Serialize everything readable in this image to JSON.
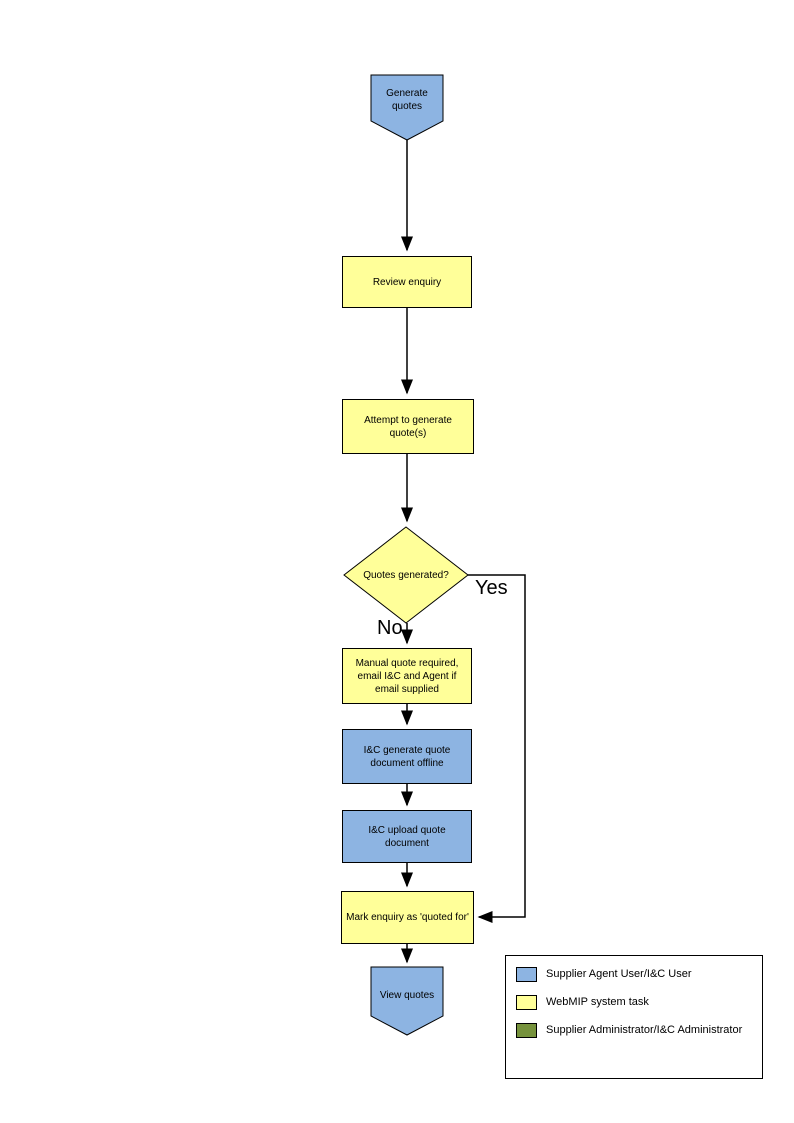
{
  "flowchart": {
    "start": {
      "label": "Generate quotes"
    },
    "review": {
      "label": "Review enquiry"
    },
    "attempt": {
      "label": "Attempt to generate quote(s)"
    },
    "decision": {
      "label": "Quotes generated?",
      "yes_label": "Yes",
      "no_label": "No"
    },
    "manual": {
      "label": "Manual quote required, email I&C and Agent if email supplied"
    },
    "offline": {
      "label": "I&C generate quote document offline"
    },
    "upload": {
      "label": "I&C upload quote document"
    },
    "mark": {
      "label": "Mark enquiry as 'quoted for'"
    },
    "end": {
      "label": "View quotes"
    }
  },
  "legend": {
    "items": [
      {
        "label": "Supplier Agent User/I&C User",
        "color": "#8DB4E2"
      },
      {
        "label": "WebMIP system task",
        "color": "#FFFF99"
      },
      {
        "label": "Supplier Administrator/I&C Administrator",
        "color": "#76923C"
      }
    ]
  },
  "colors": {
    "actor_blue": "#8DB4E2",
    "task_yellow": "#FFFF99",
    "admin_green": "#76923C",
    "connector": "#000000"
  }
}
